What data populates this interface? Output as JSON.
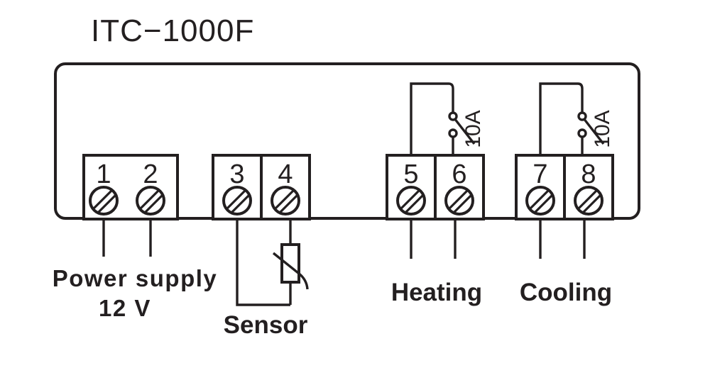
{
  "diagram": {
    "title": "ITC−1000F",
    "device_type": "temperature-controller-wiring-diagram",
    "background_color": "#ffffff",
    "line_color": "#231f20"
  },
  "terminals": [
    {
      "number": "1",
      "group": "power",
      "label_group": "Power supply"
    },
    {
      "number": "2",
      "group": "power",
      "label_group": "Power supply"
    },
    {
      "number": "3",
      "group": "sensor",
      "label_group": "Sensor"
    },
    {
      "number": "4",
      "group": "sensor",
      "label_group": "Sensor"
    },
    {
      "number": "5",
      "group": "heating",
      "label_group": "Heating"
    },
    {
      "number": "6",
      "group": "heating",
      "label_group": "Heating"
    },
    {
      "number": "7",
      "group": "cooling",
      "label_group": "Cooling"
    },
    {
      "number": "8",
      "group": "cooling",
      "label_group": "Cooling"
    }
  ],
  "labels": {
    "power_line1": "Power supply",
    "power_line2": "12 V",
    "sensor": "Sensor",
    "heating": "Heating",
    "cooling": "Cooling"
  },
  "relays": [
    {
      "name": "heating-relay",
      "rating": "10A",
      "terminals": [
        "5",
        "6"
      ]
    },
    {
      "name": "cooling-relay",
      "rating": "10A",
      "terminals": [
        "7",
        "8"
      ]
    }
  ],
  "sensor_component": {
    "type": "thermistor",
    "connected_terminals": [
      "3",
      "4"
    ]
  }
}
